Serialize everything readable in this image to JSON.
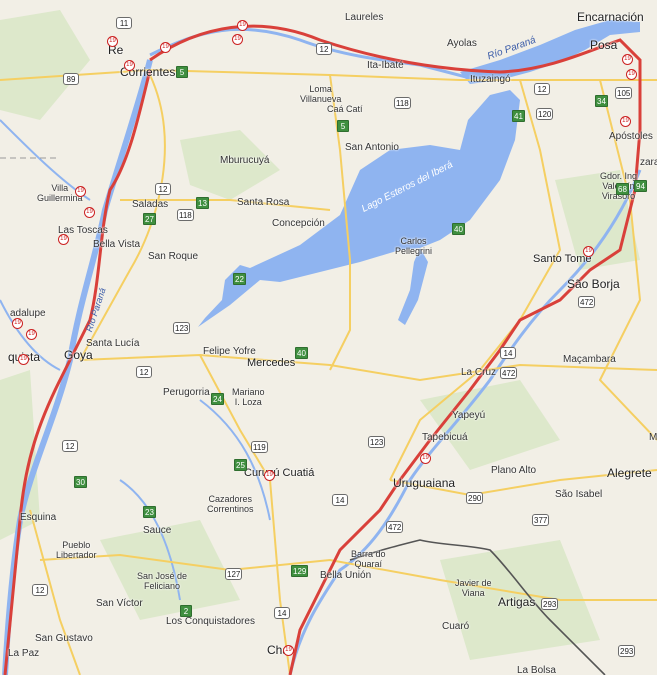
{
  "map": {
    "colors": {
      "land": "#f2efe6",
      "water": "#8fb4f0",
      "road": "#f5cf62",
      "route": "#d9403a",
      "border": "#555555",
      "green_area": "#dbe8c6"
    },
    "places": [
      {
        "id": "encarnacion",
        "text": "Encarnación"
      },
      {
        "id": "laureles",
        "text": "Laureles"
      },
      {
        "id": "ayolas",
        "text": "Ayolas"
      },
      {
        "id": "ita-ibate",
        "text": "Ita-Ibaté"
      },
      {
        "id": "ituzaingo",
        "text": "Ituzaingó"
      },
      {
        "id": "posadas",
        "text": "Posa"
      },
      {
        "id": "resistencia",
        "text": "Re"
      },
      {
        "id": "corrientes",
        "text": "Corrientes"
      },
      {
        "id": "loma-villanueva",
        "text": "Loma\nVillanueva"
      },
      {
        "id": "caa-cati",
        "text": "Caá Catí"
      },
      {
        "id": "san-antonio",
        "text": "San Antonio"
      },
      {
        "id": "mburucuya",
        "text": "Mburucuyá"
      },
      {
        "id": "villa-guillermina",
        "text": "Villa\nGuillermina"
      },
      {
        "id": "saladas",
        "text": "Saladas"
      },
      {
        "id": "santa-rosa",
        "text": "Santa Rosa"
      },
      {
        "id": "concepcion",
        "text": "Concepción"
      },
      {
        "id": "las-toscas",
        "text": "Las Toscas"
      },
      {
        "id": "bella-vista",
        "text": "Bella Vista"
      },
      {
        "id": "san-roque",
        "text": "San Roque"
      },
      {
        "id": "apostoles",
        "text": "Apóstoles"
      },
      {
        "id": "gdor-virasoro",
        "text": "Gdor. Ing\nValentín\nVirasoro"
      },
      {
        "id": "zara",
        "text": "zara"
      },
      {
        "id": "carlos-pellegrini",
        "text": "Carlos\nPellegrini"
      },
      {
        "id": "santo-tome",
        "text": "Santo Tomé"
      },
      {
        "id": "sao-borja",
        "text": "São Borja"
      },
      {
        "id": "guadalupe",
        "text": "adalupe"
      },
      {
        "id": "santa-lucia",
        "text": "Santa Lucía"
      },
      {
        "id": "goya",
        "text": "Goya"
      },
      {
        "id": "reconquista",
        "text": "quista"
      },
      {
        "id": "felipe-yofre",
        "text": "Felipe Yofre"
      },
      {
        "id": "mercedes",
        "text": "Mercedes"
      },
      {
        "id": "macambara",
        "text": "Maçambara"
      },
      {
        "id": "la-cruz",
        "text": "La Cruz"
      },
      {
        "id": "perugorria",
        "text": "Perugorria"
      },
      {
        "id": "mariano-loza",
        "text": "Mariano\nI. Loza"
      },
      {
        "id": "yapeyu",
        "text": "Yapeyú"
      },
      {
        "id": "tapebicua",
        "text": "Tapebicuá"
      },
      {
        "id": "curuzu-cuatia",
        "text": "Curuzú Cuatiá"
      },
      {
        "id": "plano-alto",
        "text": "Plano Alto"
      },
      {
        "id": "alegrete",
        "text": "Alegrete"
      },
      {
        "id": "m-edge",
        "text": "M"
      },
      {
        "id": "cazadores",
        "text": "Cazadores\nCorrentinos"
      },
      {
        "id": "uruguaiana",
        "text": "Uruguaiana"
      },
      {
        "id": "sao-isabel",
        "text": "São Isabel"
      },
      {
        "id": "esquina",
        "text": "Esquina"
      },
      {
        "id": "sauce",
        "text": "Sauce"
      },
      {
        "id": "pueblo-libertador",
        "text": "Pueblo\nLibertador"
      },
      {
        "id": "barra-do-quarai",
        "text": "Barra do\nQuaraí"
      },
      {
        "id": "bella-union",
        "text": "Bella Unión"
      },
      {
        "id": "san-jose-feliciano",
        "text": "San José de\nFeliciano"
      },
      {
        "id": "javier-de-viana",
        "text": "Javier de\nViana"
      },
      {
        "id": "san-victor",
        "text": "San Víctor"
      },
      {
        "id": "artigas",
        "text": "Artigas"
      },
      {
        "id": "los-conquistadores",
        "text": "Los Conquistadores"
      },
      {
        "id": "cuaro",
        "text": "Cuaró"
      },
      {
        "id": "san-gustavo",
        "text": "San Gustavo"
      },
      {
        "id": "la-paz",
        "text": "La Paz"
      },
      {
        "id": "chajari",
        "text": "Cha"
      },
      {
        "id": "la-bolsa",
        "text": "La Bolsa"
      }
    ],
    "water_labels": [
      {
        "id": "lago-ibera",
        "text": "Lago Esteros del Iberá"
      },
      {
        "id": "rio-parana-north",
        "text": "Río Paraná"
      },
      {
        "id": "rio-parana-west",
        "text": "Río Paraná"
      }
    ],
    "shields": [
      {
        "id": "r11",
        "text": "11"
      },
      {
        "id": "r12a",
        "text": "12"
      },
      {
        "id": "r89",
        "text": "89"
      },
      {
        "id": "r5a",
        "text": "5"
      },
      {
        "id": "r5b",
        "text": "5"
      },
      {
        "id": "r118a",
        "text": "118"
      },
      {
        "id": "r12b",
        "text": "12"
      },
      {
        "id": "r120",
        "text": "120"
      },
      {
        "id": "r105",
        "text": "105"
      },
      {
        "id": "r34",
        "text": "34"
      },
      {
        "id": "r41",
        "text": "41"
      },
      {
        "id": "r12c",
        "text": "12"
      },
      {
        "id": "r118b",
        "text": "118"
      },
      {
        "id": "r13",
        "text": "13"
      },
      {
        "id": "r27",
        "text": "27"
      },
      {
        "id": "r68",
        "text": "68"
      },
      {
        "id": "r94",
        "text": "94"
      },
      {
        "id": "r40a",
        "text": "40"
      },
      {
        "id": "r22",
        "text": "22"
      },
      {
        "id": "r472a",
        "text": "472"
      },
      {
        "id": "r123a",
        "text": "123"
      },
      {
        "id": "r12d",
        "text": "12"
      },
      {
        "id": "r40b",
        "text": "40"
      },
      {
        "id": "r14a",
        "text": "14"
      },
      {
        "id": "r472b",
        "text": "472"
      },
      {
        "id": "r24",
        "text": "24"
      },
      {
        "id": "r12e",
        "text": "12"
      },
      {
        "id": "r119",
        "text": "119"
      },
      {
        "id": "r123b",
        "text": "123"
      },
      {
        "id": "r25",
        "text": "25"
      },
      {
        "id": "r14b",
        "text": "14"
      },
      {
        "id": "r290",
        "text": "290"
      },
      {
        "id": "r30",
        "text": "30"
      },
      {
        "id": "r23",
        "text": "23"
      },
      {
        "id": "r472c",
        "text": "472"
      },
      {
        "id": "r377",
        "text": "377"
      },
      {
        "id": "r127",
        "text": "127"
      },
      {
        "id": "r129",
        "text": "129"
      },
      {
        "id": "r12f",
        "text": "12"
      },
      {
        "id": "r2",
        "text": "2"
      },
      {
        "id": "r14c",
        "text": "14"
      },
      {
        "id": "r293a",
        "text": "293"
      },
      {
        "id": "r293b",
        "text": "293"
      }
    ],
    "pin_label": "19"
  }
}
